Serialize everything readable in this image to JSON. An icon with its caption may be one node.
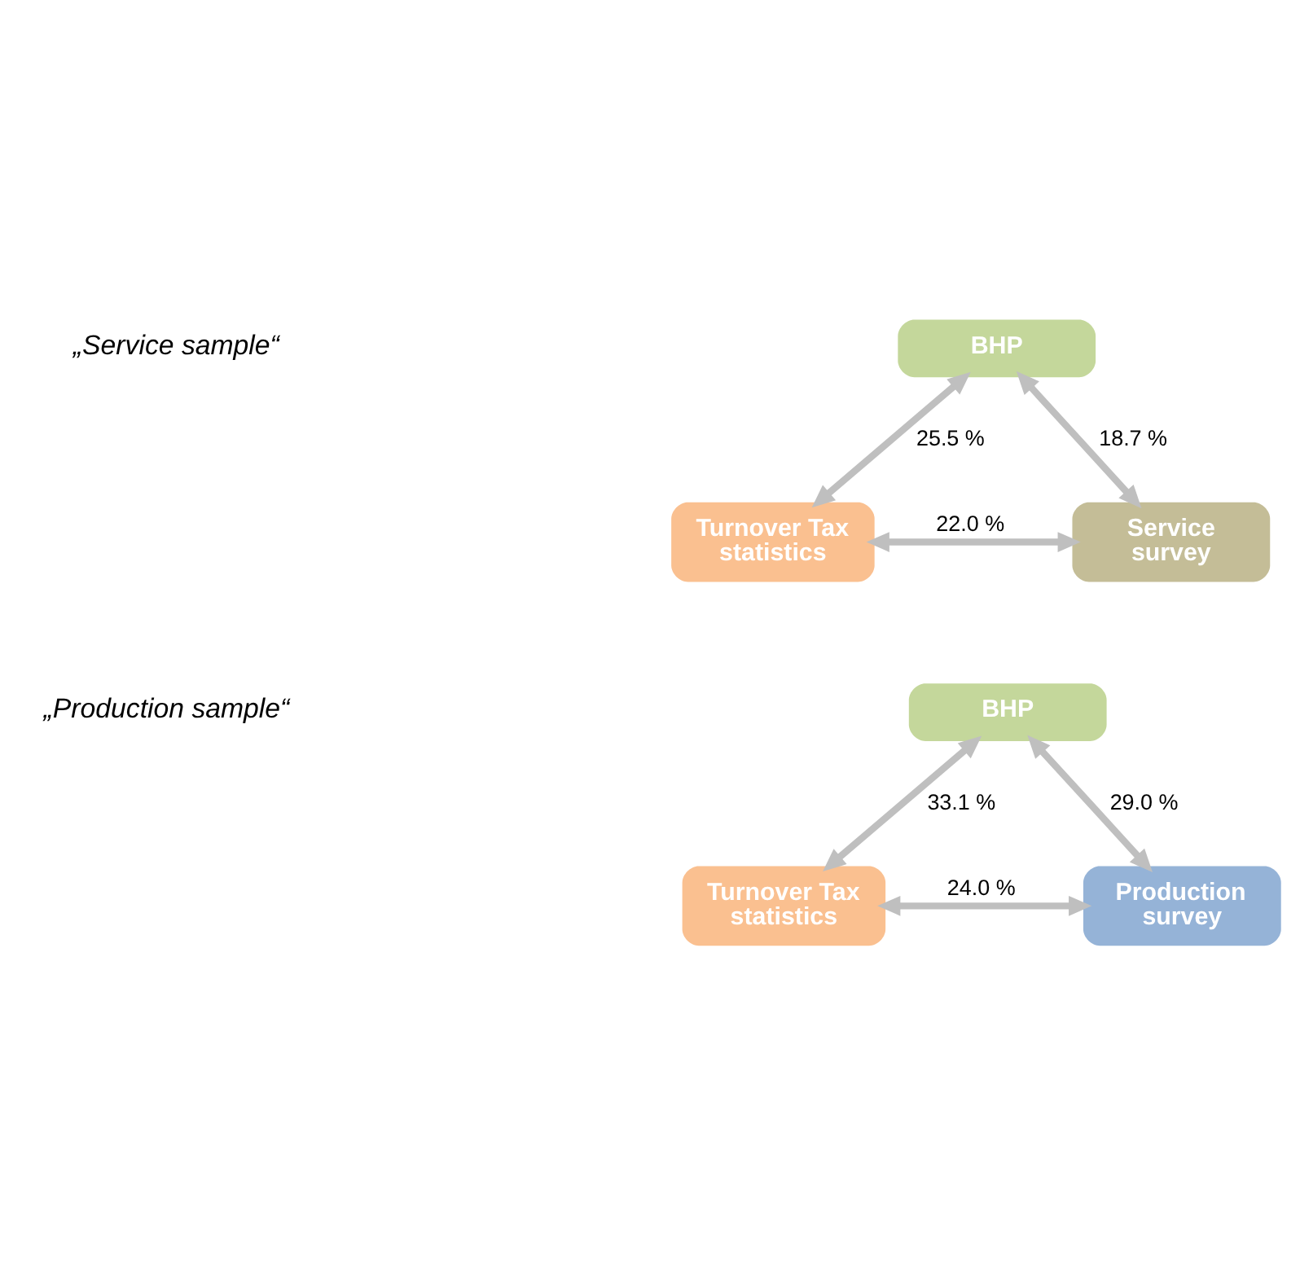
{
  "diagram": {
    "nodes": [
      {
        "text": [
          "BHP"
        ]
      },
      {
        "text": [
          "Turnover Tax statistics"
        ]
      },
      {
        "text": [
          "Service survey"
        ]
      },
      {
        "text": [
          "BHP"
        ]
      },
      {
        "text": [
          "Turnover Tax statistics"
        ]
      },
      {
        "text": [
          "Production survey"
        ]
      }
    ],
    "edges": [
      {
        "from": 0,
        "to": 1,
        "arrow": "both",
        "label": "25.5 %"
      },
      {
        "from": 0,
        "to": 2,
        "arrow": "both",
        "label": "18.7 %"
      },
      {
        "from": 1,
        "to": 2,
        "arrow": "both",
        "label": "22.0 %"
      },
      {
        "from": 3,
        "to": 4,
        "arrow": "both",
        "label": "33.1 %"
      },
      {
        "from": 3,
        "to": 5,
        "arrow": "both",
        "label": "29.0 %"
      },
      {
        "from": 4,
        "to": 5,
        "arrow": "both",
        "label": "24.0 %"
      }
    ],
    "labels": [
      "„Service sample“",
      "„Production sample“"
    ]
  }
}
